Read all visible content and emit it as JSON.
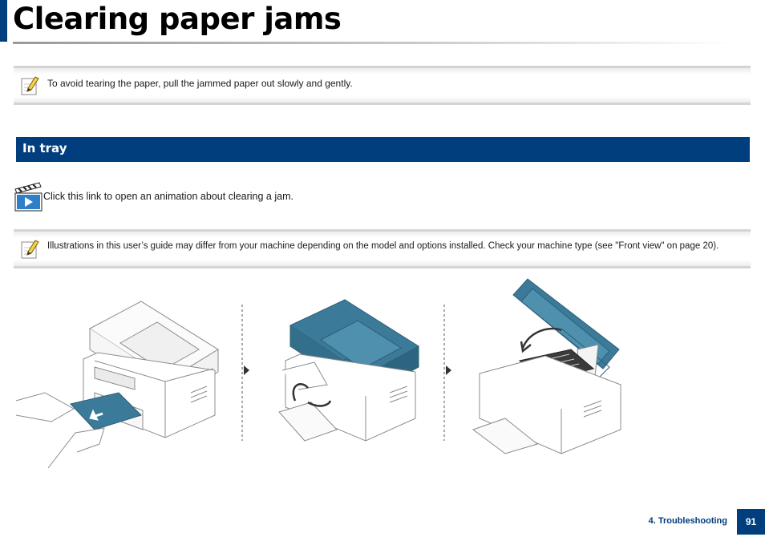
{
  "page": {
    "title": "Clearing paper jams"
  },
  "notes": [
    {
      "text": "To avoid tearing the paper, pull the jammed paper out slowly and gently."
    },
    {
      "text": "Illustrations in this user’s guide may differ from your machine depending on the model and options installed. Check your machine type (see \"Front view\" on page 20)."
    }
  ],
  "section": {
    "title": "In tray"
  },
  "animation_link": {
    "text": "Click this link to open an animation about clearing a jam."
  },
  "footer": {
    "section_label": "4.  Troubleshooting",
    "page_number": "91"
  },
  "colors": {
    "brand_blue": "#003e7e",
    "printer_teal": "#3b7b99",
    "note_yellow": "#f4d24a"
  },
  "icons": [
    "pencil-note-icon",
    "play-clapperboard-icon",
    "arrow-right-icon"
  ]
}
